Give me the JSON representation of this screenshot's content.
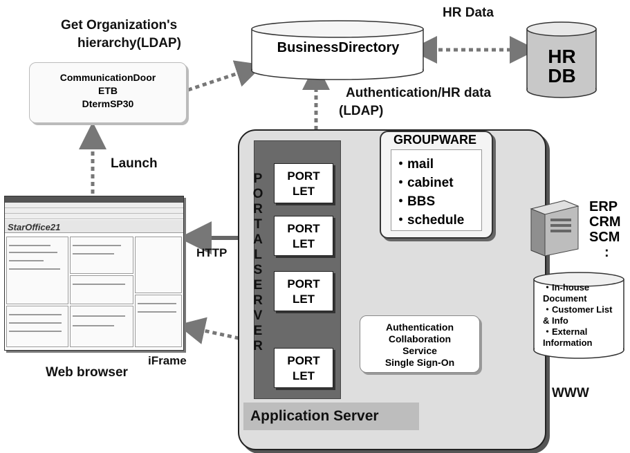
{
  "labels": {
    "hr_data": "HR Data",
    "get_org": "Get Organization's",
    "get_org2": "hierarchy(LDAP)",
    "auth_hr": "Authentication/HR data",
    "auth_hr2": "(LDAP)",
    "launch": "Launch",
    "http": "HTTP",
    "iframe": "iFrame",
    "web_browser": "Web browser",
    "www": "WWW"
  },
  "business_directory": "BusinessDirectory",
  "hr_db": {
    "line1": "HR",
    "line2": "DB"
  },
  "comm": {
    "line1": "CommunicationDoor",
    "line2": "ETB",
    "line3": "DtermSP30"
  },
  "groupware": {
    "title": "GROUPWARE",
    "items": [
      "・mail",
      "・cabinet",
      "・BBS",
      "・schedule"
    ]
  },
  "portal_letters": [
    "P",
    "O",
    "R",
    "T",
    "A",
    "L",
    "S",
    "E",
    "R",
    "V",
    "E",
    "R"
  ],
  "portlets": [
    {
      "line1": "PORT",
      "line2": "LET"
    },
    {
      "line1": "PORT",
      "line2": "LET"
    },
    {
      "line1": "PORT",
      "line2": "LET"
    },
    {
      "line1": "PORT",
      "line2": "LET"
    }
  ],
  "auth_box": {
    "line1": "Authentication",
    "line2": "Collaboration",
    "line3": "Service",
    "line4": "Single Sign-On"
  },
  "app_server": "Application Server",
  "erp": {
    "line1": "ERP",
    "line2": "CRM",
    "line3": "SCM",
    "line4": ":"
  },
  "inhouse": {
    "line1": "・In-house",
    "line2": "Document",
    "line3": "・Customer List",
    "line4": "& Info",
    "line5": "・External",
    "line6": "Information"
  },
  "browser": {
    "logo": "StarOffice21"
  }
}
